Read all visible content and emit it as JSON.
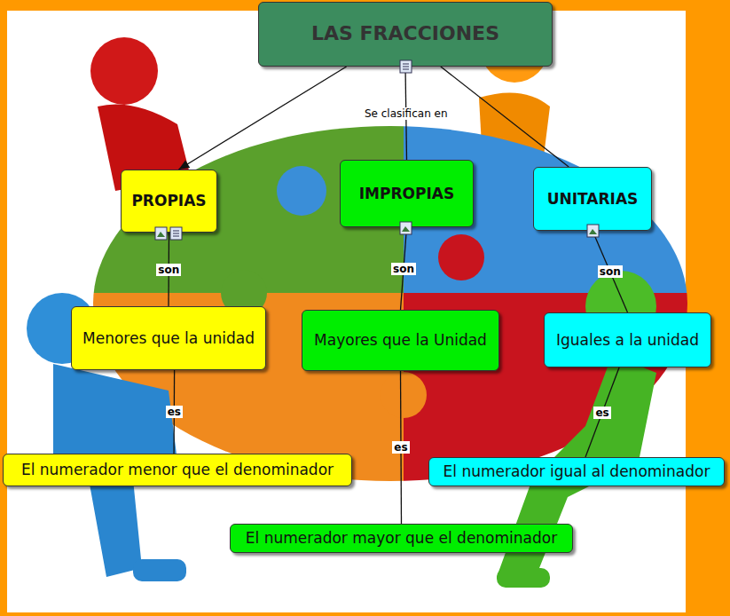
{
  "diagram": {
    "nodes": [
      {
        "text": [
          "LAS FRACCIONES"
        ]
      },
      {
        "text": [
          "PROPIAS"
        ]
      },
      {
        "text": [
          "IMPROPIAS"
        ]
      },
      {
        "text": [
          "UNITARIAS"
        ]
      },
      {
        "text": [
          "Menores que la unidad"
        ]
      },
      {
        "text": [
          "Mayores que la Unidad"
        ]
      },
      {
        "text": [
          "Iguales a la unidad"
        ]
      },
      {
        "text": [
          "El numerador menor que el denominador"
        ]
      },
      {
        "text": [
          "El numerador mayor que el denominador"
        ]
      },
      {
        "text": [
          "El numerador igual al denominador"
        ]
      }
    ],
    "edges": [
      {
        "from": 0,
        "to": 1,
        "arrow": "to"
      },
      {
        "from": 0,
        "to": 2,
        "label": "Se clasifican en",
        "arrow": "none"
      },
      {
        "from": 0,
        "to": 3,
        "arrow": "none"
      },
      {
        "from": 1,
        "to": 4,
        "label": "son",
        "arrow": "none"
      },
      {
        "from": 2,
        "to": 5,
        "label": "son",
        "arrow": "none"
      },
      {
        "from": 3,
        "to": 6,
        "label": "son",
        "arrow": "none"
      },
      {
        "from": 4,
        "to": 7,
        "label": "es",
        "arrow": "none"
      },
      {
        "from": 5,
        "to": 8,
        "label": "es",
        "arrow": "none"
      },
      {
        "from": 6,
        "to": 9,
        "label": "es",
        "arrow": "none"
      }
    ]
  }
}
